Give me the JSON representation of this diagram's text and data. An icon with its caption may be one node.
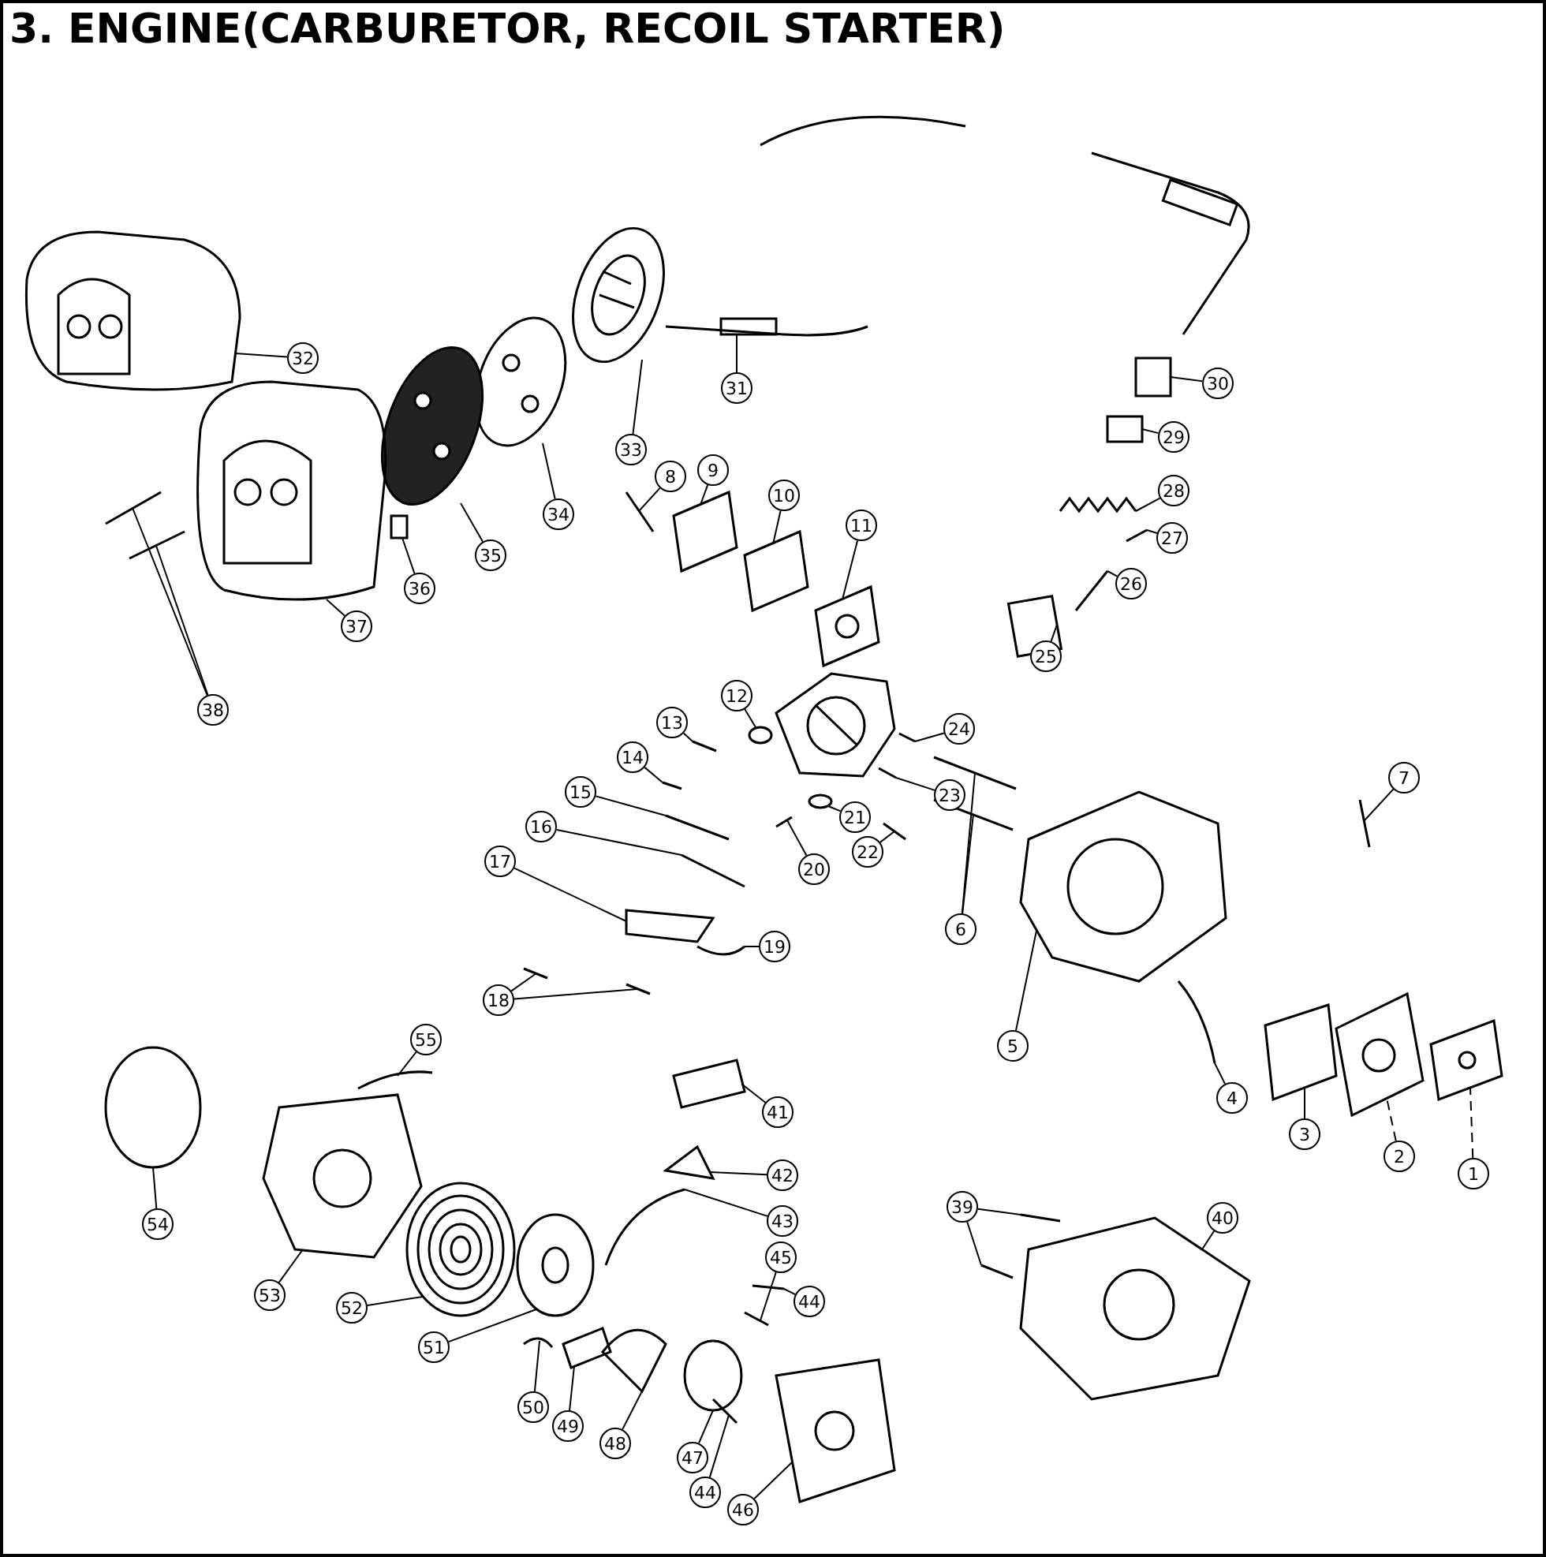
{
  "diagram": {
    "title": "3. ENGINE(CARBURETOR, RECOIL STARTER)",
    "nodes": [
      {
        "text": [
          "1"
        ]
      },
      {
        "text": [
          "2"
        ]
      },
      {
        "text": [
          "3"
        ]
      },
      {
        "text": [
          "4"
        ]
      },
      {
        "text": [
          "5"
        ]
      },
      {
        "text": [
          "6"
        ]
      },
      {
        "text": [
          "7"
        ]
      },
      {
        "text": [
          "8"
        ]
      },
      {
        "text": [
          "9"
        ]
      },
      {
        "text": [
          "10"
        ]
      },
      {
        "text": [
          "11"
        ]
      },
      {
        "text": [
          "12"
        ]
      },
      {
        "text": [
          "13"
        ]
      },
      {
        "text": [
          "14"
        ]
      },
      {
        "text": [
          "15"
        ]
      },
      {
        "text": [
          "16"
        ]
      },
      {
        "text": [
          "17"
        ]
      },
      {
        "text": [
          "18"
        ]
      },
      {
        "text": [
          "19"
        ]
      },
      {
        "text": [
          "20"
        ]
      },
      {
        "text": [
          "21"
        ]
      },
      {
        "text": [
          "22"
        ]
      },
      {
        "text": [
          "23"
        ]
      },
      {
        "text": [
          "24"
        ]
      },
      {
        "text": [
          "25"
        ]
      },
      {
        "text": [
          "26"
        ]
      },
      {
        "text": [
          "27"
        ]
      },
      {
        "text": [
          "28"
        ]
      },
      {
        "text": [
          "29"
        ]
      },
      {
        "text": [
          "30"
        ]
      },
      {
        "text": [
          "31"
        ]
      },
      {
        "text": [
          "32"
        ]
      },
      {
        "text": [
          "33"
        ]
      },
      {
        "text": [
          "34"
        ]
      },
      {
        "text": [
          "35"
        ]
      },
      {
        "text": [
          "36"
        ]
      },
      {
        "text": [
          "37"
        ]
      },
      {
        "text": [
          "38"
        ]
      },
      {
        "text": [
          "39"
        ]
      },
      {
        "text": [
          "40"
        ]
      },
      {
        "text": [
          "41"
        ]
      },
      {
        "text": [
          "42"
        ]
      },
      {
        "text": [
          "43"
        ]
      },
      {
        "text": [
          "44"
        ]
      },
      {
        "text": [
          "44"
        ]
      },
      {
        "text": [
          "45"
        ]
      },
      {
        "text": [
          "46"
        ]
      },
      {
        "text": [
          "47"
        ]
      },
      {
        "text": [
          "48"
        ]
      },
      {
        "text": [
          "49"
        ]
      },
      {
        "text": [
          "50"
        ]
      },
      {
        "text": [
          "51"
        ]
      },
      {
        "text": [
          "52"
        ]
      },
      {
        "text": [
          "53"
        ]
      },
      {
        "text": [
          "54"
        ]
      },
      {
        "text": [
          "55"
        ]
      },
      {
        "text": [],
        "shape": "picture"
      },
      {
        "text": [],
        "shape": "picture"
      },
      {
        "text": [],
        "shape": "picture"
      },
      {
        "text": [],
        "shape": "picture"
      },
      {
        "text": [],
        "shape": "picture"
      },
      {
        "text": [],
        "shape": "picture"
      },
      {
        "text": [],
        "shape": "picture"
      },
      {
        "text": [],
        "shape": "picture"
      },
      {
        "text": [],
        "shape": "picture"
      },
      {
        "text": [],
        "shape": "picture"
      },
      {
        "text": [],
        "shape": "picture"
      },
      {
        "text": [],
        "shape": "picture"
      },
      {
        "text": [],
        "shape": "circle"
      },
      {
        "text": [],
        "shape": "picture"
      },
      {
        "text": [],
        "shape": "picture"
      },
      {
        "text": [],
        "shape": "picture"
      },
      {
        "text": [],
        "shape": "picture"
      },
      {
        "text": [],
        "shape": "picture"
      },
      {
        "text": [],
        "shape": "picture"
      },
      {
        "text": [],
        "shape": "picture"
      },
      {
        "text": [],
        "shape": "picture"
      },
      {
        "text": [],
        "shape": "picture"
      },
      {
        "text": [],
        "shape": "circle"
      },
      {
        "text": [],
        "shape": "picture"
      },
      {
        "text": [],
        "shape": "picture"
      },
      {
        "text": [],
        "shape": "picture"
      },
      {
        "text": [],
        "shape": "picture"
      },
      {
        "text": [],
        "shape": "picture"
      },
      {
        "text": [],
        "shape": "picture"
      },
      {
        "text": [],
        "shape": "picture"
      },
      {
        "text": [],
        "shape": "box"
      },
      {
        "text": [],
        "shape": "box"
      },
      {
        "text": [],
        "shape": "picture"
      },
      {
        "text": [],
        "shape": "picture"
      },
      {
        "text": [],
        "shape": "picture"
      },
      {
        "text": [],
        "shape": "picture"
      },
      {
        "text": [],
        "shape": "picture"
      },
      {
        "text": [],
        "shape": "box"
      },
      {
        "text": [],
        "shape": "picture"
      },
      {
        "text": [],
        "shape": "picture"
      },
      {
        "text": [],
        "shape": "picture"
      },
      {
        "text": [],
        "shape": "picture"
      },
      {
        "text": [],
        "shape": "picture"
      },
      {
        "text": [],
        "shape": "picture"
      },
      {
        "text": [],
        "shape": "picture"
      },
      {
        "text": [],
        "shape": "picture"
      },
      {
        "text": [],
        "shape": "picture"
      },
      {
        "text": [],
        "shape": "picture"
      },
      {
        "text": [],
        "shape": "picture"
      },
      {
        "text": [],
        "shape": "picture"
      },
      {
        "text": [],
        "shape": "picture"
      },
      {
        "text": [],
        "shape": "circle"
      },
      {
        "text": [],
        "shape": "picture"
      },
      {
        "text": [],
        "shape": "picture"
      },
      {
        "text": [],
        "shape": "picture"
      },
      {
        "text": [],
        "shape": "picture"
      },
      {
        "text": [],
        "shape": "picture"
      },
      {
        "text": [],
        "shape": "picture"
      },
      {
        "text": [],
        "shape": "circle"
      },
      {
        "text": [],
        "shape": "picture"
      }
    ],
    "edges": [
      {
        "from": 0,
        "to": 56,
        "arrow": "none",
        "style": "dashed"
      },
      {
        "from": 1,
        "to": 57,
        "arrow": "none",
        "style": "dashed"
      },
      {
        "from": 2,
        "to": 58,
        "arrow": "none"
      },
      {
        "from": 3,
        "to": 59,
        "arrow": "none"
      },
      {
        "from": 4,
        "to": 60,
        "arrow": "none"
      },
      {
        "from": 5,
        "to": 61,
        "arrow": "none"
      },
      {
        "from": 5,
        "to": 62,
        "arrow": "none"
      },
      {
        "from": 6,
        "to": 63,
        "arrow": "none"
      },
      {
        "from": 7,
        "to": 64,
        "arrow": "none"
      },
      {
        "from": 8,
        "to": 65,
        "arrow": "none"
      },
      {
        "from": 9,
        "to": 66,
        "arrow": "none"
      },
      {
        "from": 10,
        "to": 67,
        "arrow": "none"
      },
      {
        "from": 11,
        "to": 68,
        "arrow": "none"
      },
      {
        "from": 12,
        "to": 69,
        "arrow": "none"
      },
      {
        "from": 13,
        "to": 70,
        "arrow": "none"
      },
      {
        "from": 14,
        "to": 71,
        "arrow": "none"
      },
      {
        "from": 15,
        "to": 72,
        "arrow": "none"
      },
      {
        "from": 16,
        "to": 73,
        "arrow": "none"
      },
      {
        "from": 17,
        "to": 74,
        "arrow": "none"
      },
      {
        "from": 17,
        "to": 75,
        "arrow": "none"
      },
      {
        "from": 18,
        "to": 76,
        "arrow": "none"
      },
      {
        "from": 19,
        "to": 77,
        "arrow": "none"
      },
      {
        "from": 20,
        "to": 78,
        "arrow": "none"
      },
      {
        "from": 21,
        "to": 79,
        "arrow": "none"
      },
      {
        "from": 22,
        "to": 80,
        "arrow": "none"
      },
      {
        "from": 23,
        "to": 81,
        "arrow": "none"
      },
      {
        "from": 24,
        "to": 82,
        "arrow": "none"
      },
      {
        "from": 25,
        "to": 83,
        "arrow": "none"
      },
      {
        "from": 26,
        "to": 84,
        "arrow": "none"
      },
      {
        "from": 27,
        "to": 85,
        "arrow": "none"
      },
      {
        "from": 28,
        "to": 86,
        "arrow": "none"
      },
      {
        "from": 29,
        "to": 87,
        "arrow": "none"
      },
      {
        "from": 30,
        "to": 88,
        "arrow": "none"
      },
      {
        "from": 31,
        "to": 89,
        "arrow": "none"
      },
      {
        "from": 32,
        "to": 90,
        "arrow": "none"
      },
      {
        "from": 33,
        "to": 91,
        "arrow": "none"
      },
      {
        "from": 34,
        "to": 92,
        "arrow": "none"
      },
      {
        "from": 35,
        "to": 93,
        "arrow": "none"
      },
      {
        "from": 36,
        "to": 94,
        "arrow": "none"
      },
      {
        "from": 37,
        "to": 95,
        "arrow": "none"
      },
      {
        "from": 37,
        "to": 96,
        "arrow": "none"
      },
      {
        "from": 38,
        "to": 97,
        "arrow": "none"
      },
      {
        "from": 38,
        "to": 98,
        "arrow": "none"
      },
      {
        "from": 39,
        "to": 99,
        "arrow": "none"
      },
      {
        "from": 40,
        "to": 100,
        "arrow": "none"
      },
      {
        "from": 41,
        "to": 101,
        "arrow": "none"
      },
      {
        "from": 42,
        "to": 102,
        "arrow": "none"
      },
      {
        "from": 43,
        "to": 103,
        "arrow": "none"
      },
      {
        "from": 44,
        "to": 104,
        "arrow": "none"
      },
      {
        "from": 45,
        "to": 105,
        "arrow": "none"
      },
      {
        "from": 46,
        "to": 106,
        "arrow": "none"
      },
      {
        "from": 47,
        "to": 107,
        "arrow": "none"
      },
      {
        "from": 48,
        "to": 108,
        "arrow": "none"
      },
      {
        "from": 49,
        "to": 109,
        "arrow": "none"
      },
      {
        "from": 50,
        "to": 110,
        "arrow": "none"
      },
      {
        "from": 51,
        "to": 111,
        "arrow": "none"
      },
      {
        "from": 52,
        "to": 112,
        "arrow": "none"
      },
      {
        "from": 53,
        "to": 113,
        "arrow": "none"
      },
      {
        "from": 54,
        "to": 114,
        "arrow": "none"
      },
      {
        "from": 55,
        "to": 115,
        "arrow": "none"
      }
    ]
  }
}
